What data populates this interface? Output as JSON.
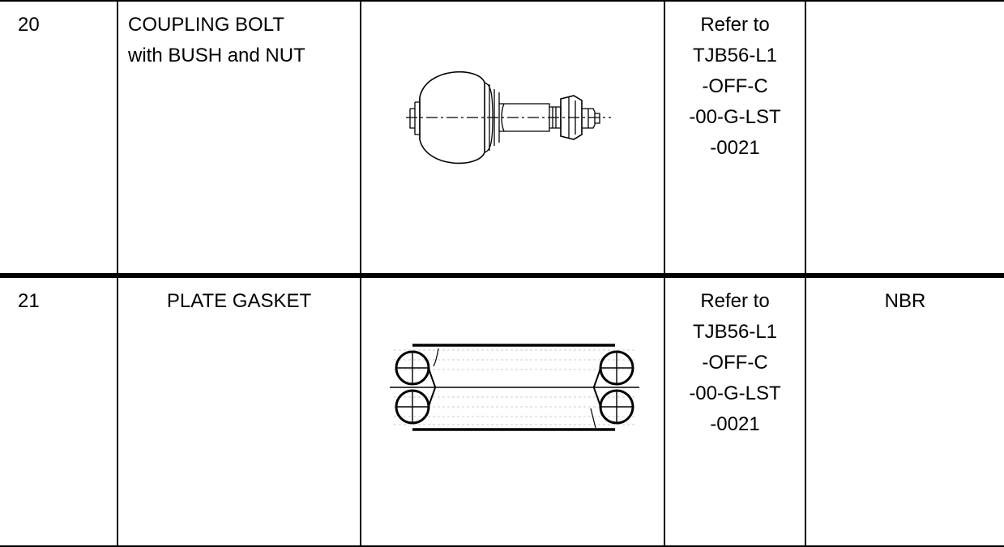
{
  "rows": [
    {
      "no": "20",
      "name_lines": [
        "COUPLING BOLT",
        "with BUSH and NUT"
      ],
      "image_icon": "coupling-bolt-drawing",
      "ref_lines": [
        "Refer to",
        "TJB56-L1",
        "-OFF-C",
        "-00-G-LST",
        "-0021"
      ],
      "material": ""
    },
    {
      "no": "21",
      "name_lines": [
        "PLATE GASKET"
      ],
      "image_icon": "plate-gasket-drawing",
      "ref_lines": [
        "Refer to",
        "TJB56-L1",
        "-OFF-C",
        "-00-G-LST",
        "-0021"
      ],
      "material": "NBR"
    }
  ]
}
